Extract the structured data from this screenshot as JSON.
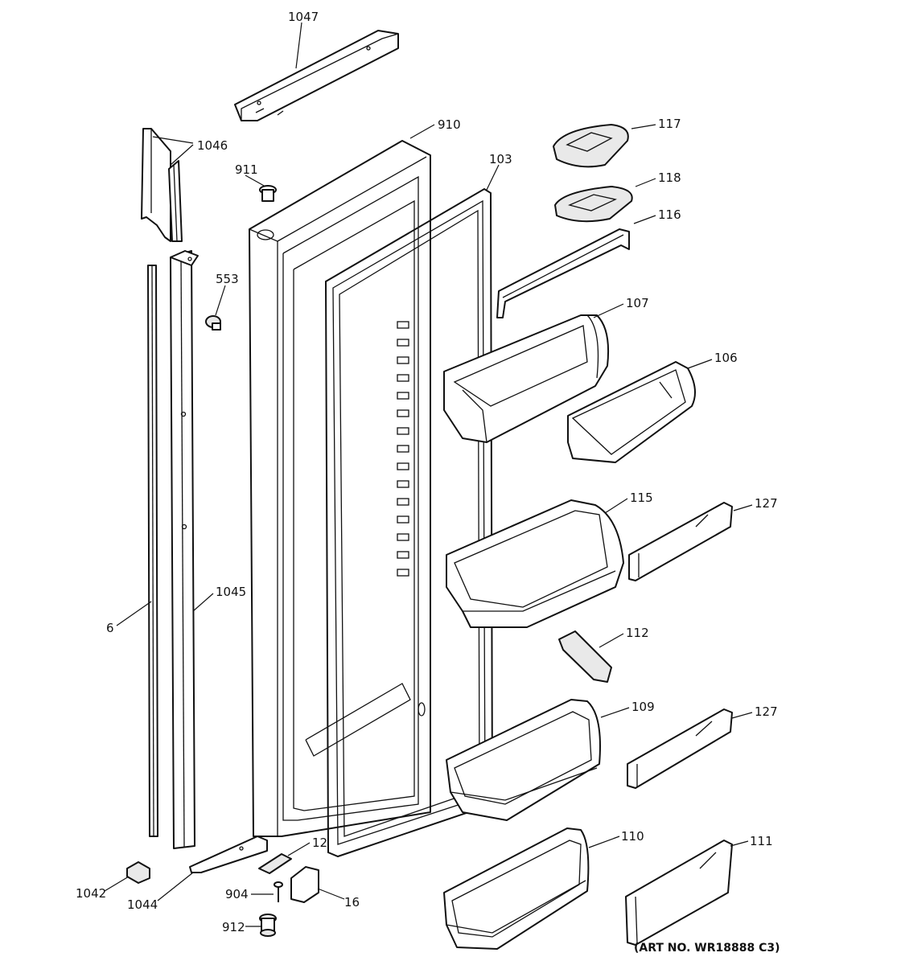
{
  "callouts": {
    "c1047": "1047",
    "c1046": "1046",
    "c910": "910",
    "c911": "911",
    "c103": "103",
    "c117": "117",
    "c118": "118",
    "c116": "116",
    "c553": "553",
    "c107": "107",
    "c106": "106",
    "c115": "115",
    "c127a": "127",
    "c6": "6",
    "c1045": "1045",
    "c112": "112",
    "c109": "109",
    "c127b": "127",
    "c12": "12",
    "c110": "110",
    "c111": "111",
    "c1042": "1042",
    "c1044": "1044",
    "c904": "904",
    "c16": "16",
    "c912": "912"
  },
  "art_number": "(ART NO. WR18888 C3)"
}
